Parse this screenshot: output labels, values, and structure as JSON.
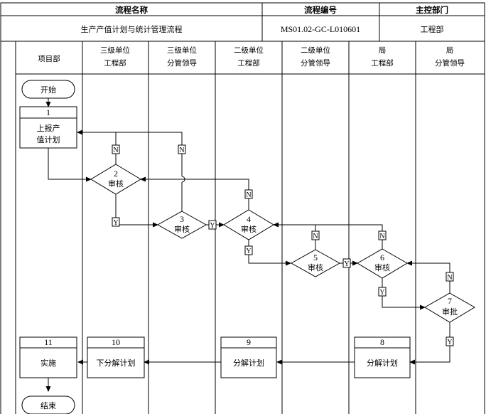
{
  "header": {
    "name_label": "流程名称",
    "code_label": "流程编号",
    "dept_label": "主控部门",
    "name_value": "生产产值计划与统计管理流程",
    "code_value": "MS01.02-GC-L010601",
    "dept_value": "工程部"
  },
  "lanes": [
    {
      "line1": "项目部",
      "line2": ""
    },
    {
      "line1": "三级单位",
      "line2": "工程部"
    },
    {
      "line1": "三级单位",
      "line2": "分管领导"
    },
    {
      "line1": "二级单位",
      "line2": "工程部"
    },
    {
      "line1": "二级单位",
      "line2": "分管领导"
    },
    {
      "line1": "局",
      "line2": "工程部"
    },
    {
      "line1": "局",
      "line2": "分管领导"
    }
  ],
  "nodes": {
    "start": "开始",
    "end": "结束",
    "n1": {
      "num": "1",
      "line1": "上报产",
      "line2": "值计划"
    },
    "n2": {
      "num": "2",
      "label": "审核"
    },
    "n3": {
      "num": "3",
      "label": "审核"
    },
    "n4": {
      "num": "4",
      "label": "审核"
    },
    "n5": {
      "num": "5",
      "label": "审核"
    },
    "n6": {
      "num": "6",
      "label": "审核"
    },
    "n7": {
      "num": "7",
      "label": "审批"
    },
    "n8": {
      "num": "8",
      "label": "分解计划"
    },
    "n9": {
      "num": "9",
      "label": "分解计划"
    },
    "n10": {
      "num": "10",
      "label": "下分解计划"
    },
    "n11": {
      "num": "11",
      "label": "实施"
    }
  },
  "edge_labels": {
    "yes": "Y",
    "no": "N"
  }
}
